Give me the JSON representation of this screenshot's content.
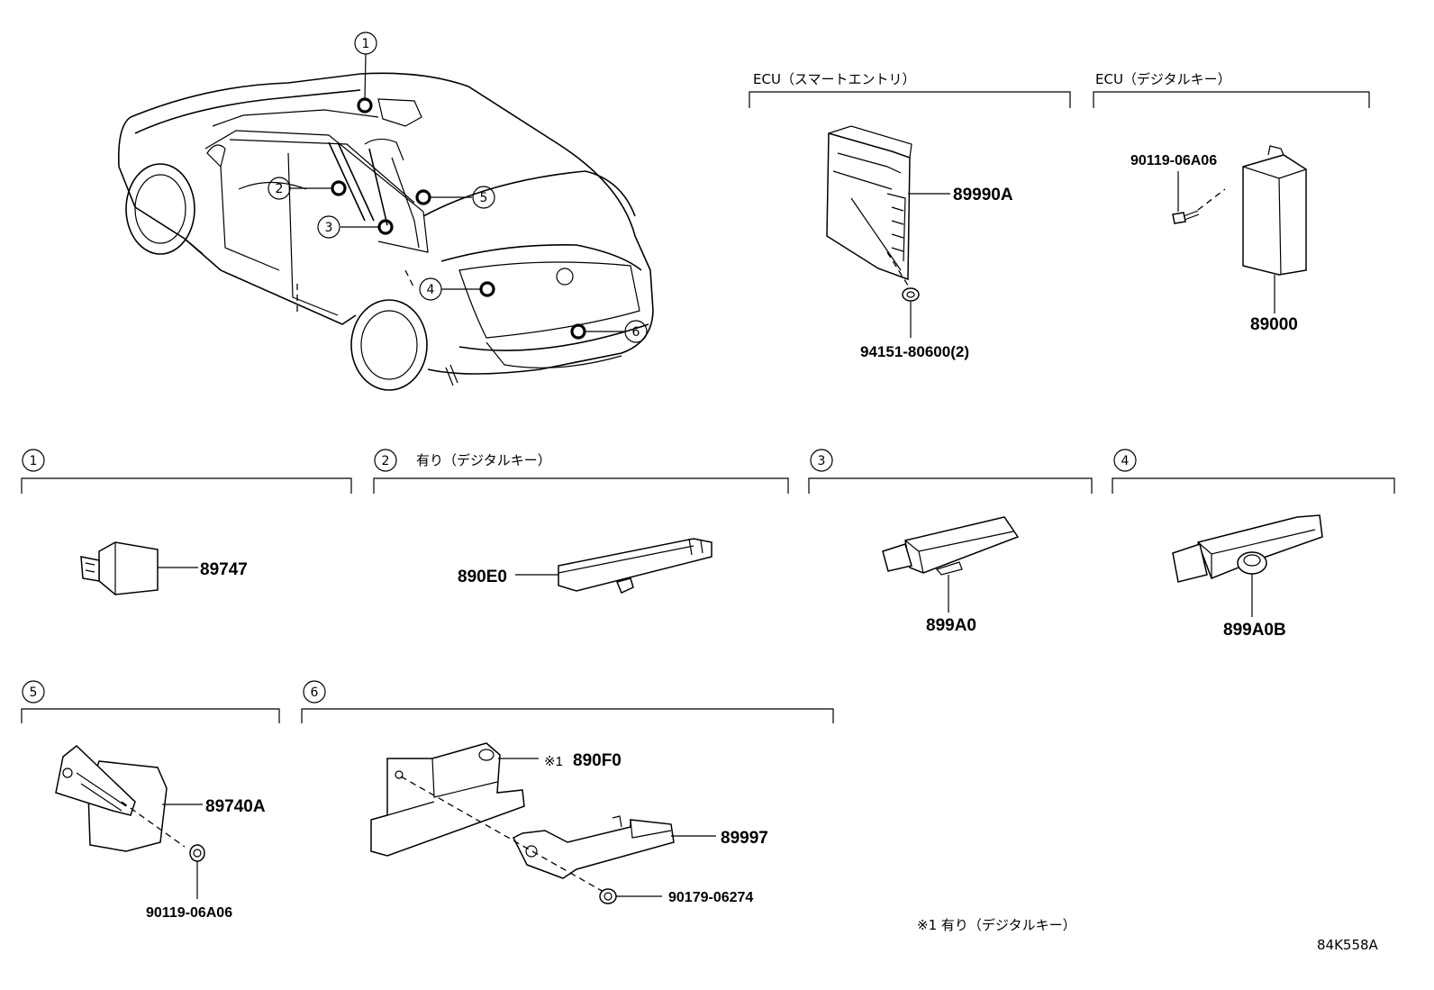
{
  "callouts": [
    "1",
    "2",
    "3",
    "4",
    "5",
    "6"
  ],
  "ecu_smart_entry": {
    "title": "ECU（スマートエントリ）",
    "part_unit": "89990A",
    "part_nut": "94151-80600(2)"
  },
  "ecu_digital_key": {
    "title": "ECU（デジタルキー）",
    "part_bolt": "90119-06A06",
    "part_unit": "89000"
  },
  "section1": {
    "num": "1",
    "part": "89747"
  },
  "section2": {
    "num": "2",
    "note": "有り（デジタルキー）",
    "part": "890E0"
  },
  "section3": {
    "num": "3",
    "part": "899A0"
  },
  "section4": {
    "num": "4",
    "part": "899A0B"
  },
  "section5": {
    "num": "5",
    "part_bracket": "89740A",
    "part_bolt": "90119-06A06"
  },
  "section6": {
    "num": "6",
    "part_bracket_mark": "※1",
    "part_bracket": "890F0",
    "part_antenna": "89997",
    "part_nut": "90179-06274"
  },
  "footnote": "※1 有り（デジタルキー）",
  "figure_code": "84K558A"
}
